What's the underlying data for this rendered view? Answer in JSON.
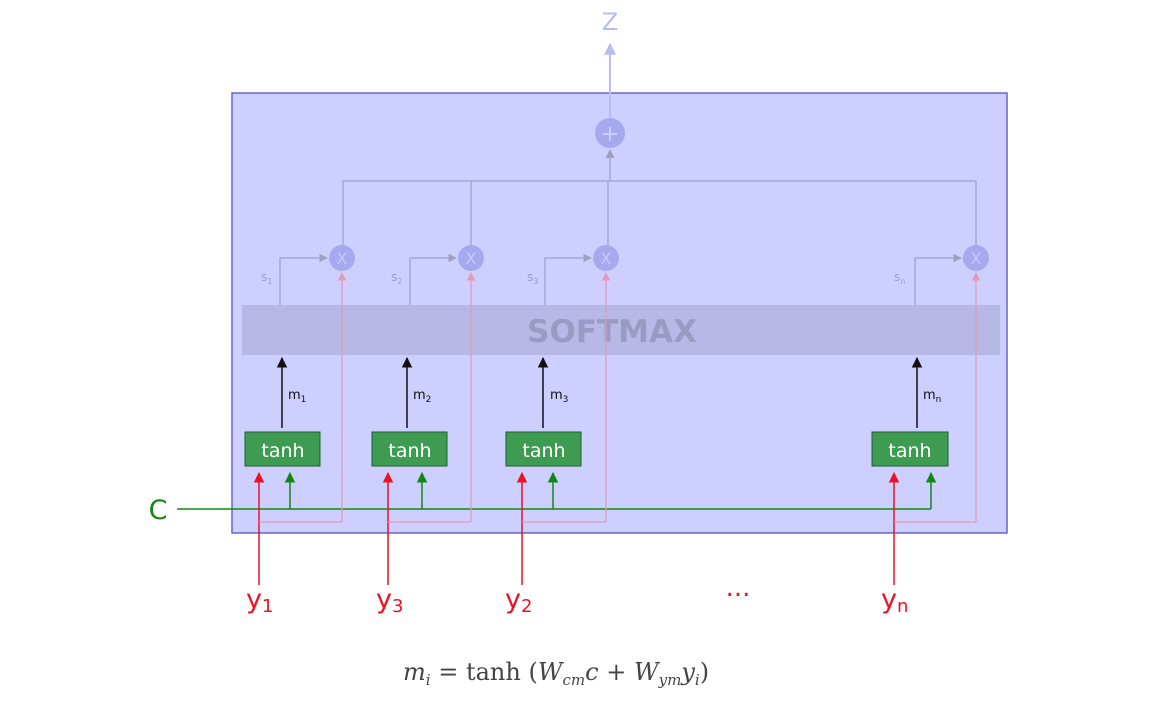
{
  "output_label": "Z",
  "sum_symbol": "+",
  "multiply_symbol": "X",
  "softmax_label": "SOFTMAX",
  "context_label": "C",
  "ellipsis": "...",
  "columns": [
    {
      "s_base": "s",
      "s_sub": "1",
      "m_base": "m",
      "m_sub": "1",
      "tanh": "tanh",
      "y_base": "y",
      "y_sub": "1"
    },
    {
      "s_base": "s",
      "s_sub": "2",
      "m_base": "m",
      "m_sub": "2",
      "tanh": "tanh",
      "y_base": "y",
      "y_sub": "3"
    },
    {
      "s_base": "s",
      "s_sub": "3",
      "m_base": "m",
      "m_sub": "3",
      "tanh": "tanh",
      "y_base": "y",
      "y_sub": "2"
    },
    {
      "s_base": "s",
      "s_sub": "n",
      "m_base": "m",
      "m_sub": "n",
      "tanh": "tanh",
      "y_base": "y",
      "y_sub": "n"
    }
  ],
  "formula": {
    "m": "m",
    "i": "i",
    "eq": " = tanh (",
    "W1": "W",
    "cm": "cm",
    "c": "c",
    "plus": " + ",
    "W2": "W",
    "ym": "ym",
    "y": "y",
    "i2": "i",
    "close": ")"
  },
  "colors": {
    "box_fill": "#cccfff",
    "box_stroke": "#6666cc",
    "softmax_band": "#b8b8e6",
    "softmax_text": "#9a9ac2",
    "tanh_fill": "#3d9b52",
    "tanh_stroke": "#1f5f2e",
    "context": "#118811",
    "input": "#ee1122",
    "faded_line": "#9ea0c2",
    "faded_input": "#e49ab4",
    "op_circle": "#a6a9ee",
    "output": "#b8bcf2"
  }
}
